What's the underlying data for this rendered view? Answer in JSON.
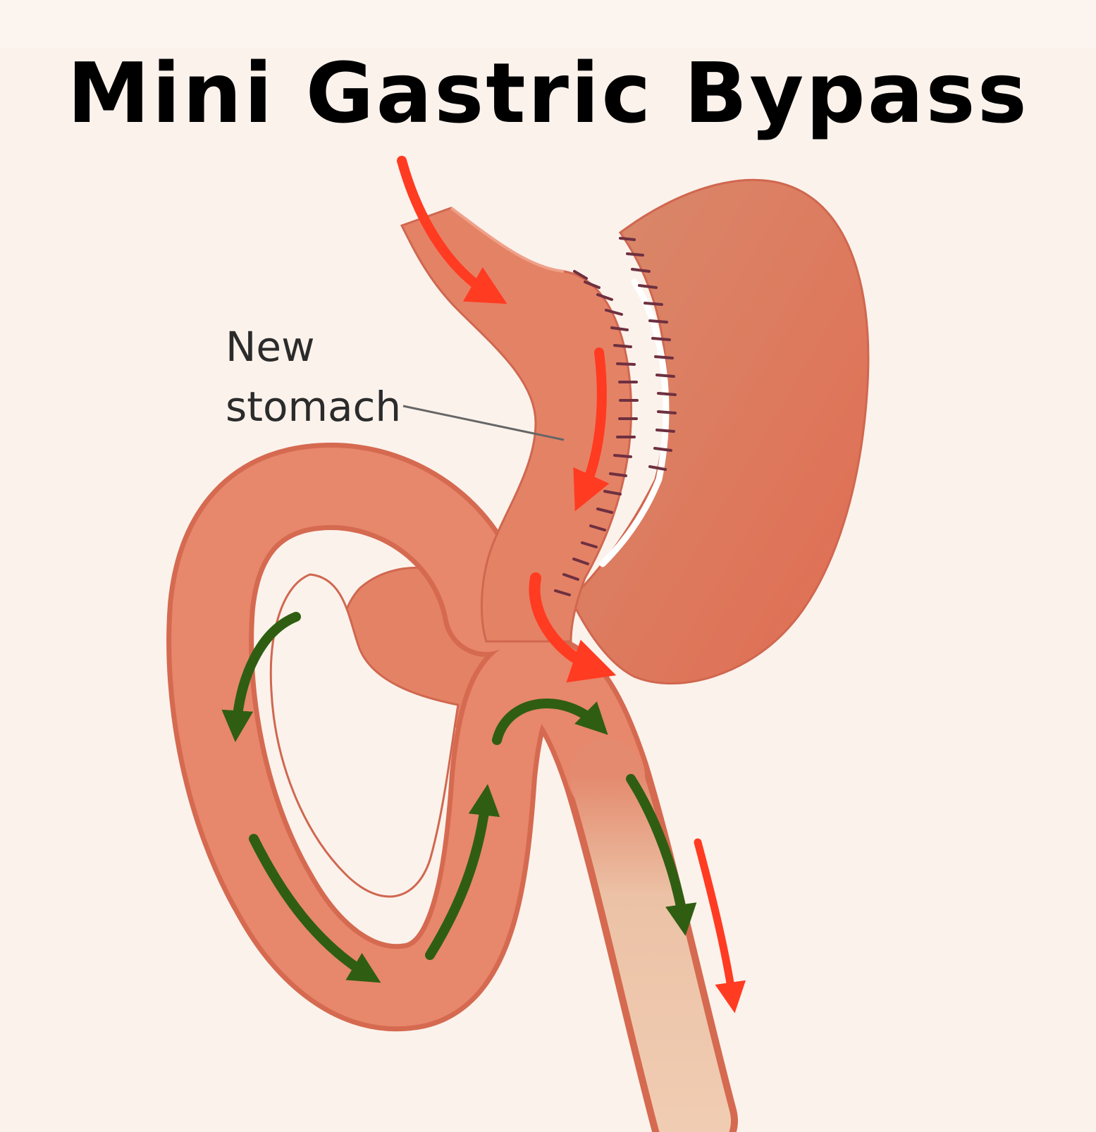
{
  "title": "Mini Gastric Bypass",
  "labels": {
    "new_stomach_line1": "New",
    "new_stomach_line2": "stomach"
  },
  "colors": {
    "background": "#fbf2ec",
    "tissue": "#e27c62",
    "food_arrow": "#ff3b22",
    "digestive_arrow": "#2f5e12",
    "staples": "#6e3040"
  }
}
